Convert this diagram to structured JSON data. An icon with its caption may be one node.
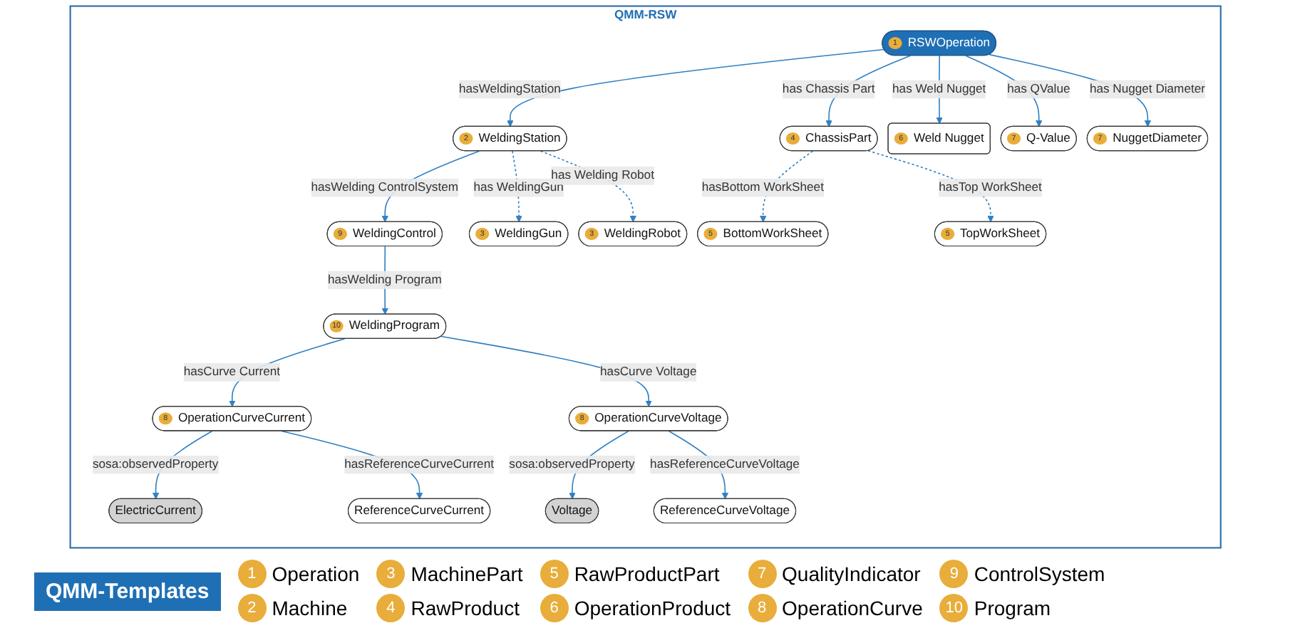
{
  "diagram": {
    "nodes": [
      {
        "text": [
          "QMM-RSW"
        ]
      },
      {
        "text": [
          "2",
          "WeldingStation"
        ],
        "in": 0
      },
      {
        "text": [
          "9",
          "WeldingControl"
        ],
        "in": 0
      },
      {
        "text": [
          "10",
          "WeldingProgram"
        ],
        "in": 0
      },
      {
        "text": [
          "3",
          "WeldingGun"
        ],
        "in": 0
      },
      {
        "text": [
          "1",
          "RSWOperation"
        ],
        "in": 0
      },
      {
        "text": [
          "3",
          "WeldingRobot"
        ],
        "in": 0
      },
      {
        "text": [
          "8",
          "OperationCurveCurrent"
        ],
        "in": 0
      },
      {
        "text": [
          "ElectricCurrent"
        ],
        "in": 0
      },
      {
        "text": [
          "ReferenceCurveCurrent"
        ],
        "in": 0
      },
      {
        "text": [
          "5",
          "BottomWorkSheet"
        ],
        "in": 0
      },
      {
        "text": [
          "4",
          "ChassisPart"
        ],
        "in": 0
      },
      {
        "text": [
          "8",
          "OperationCurveVoltage"
        ],
        "in": 0
      },
      {
        "text": [
          "Voltage"
        ],
        "in": 0
      },
      {
        "text": [
          "ReferenceCurveVoltage"
        ],
        "in": 0
      },
      {
        "text": [
          "5",
          "TopWorkSheet"
        ],
        "in": 0
      },
      {
        "text": [
          "6",
          "Weld Nugget"
        ],
        "in": 0
      },
      {
        "text": [
          "7",
          "Q-Value"
        ],
        "in": 0
      },
      {
        "text": [
          "7",
          "NuggetDiameter"
        ],
        "in": 0
      }
    ],
    "edges": [
      {
        "from": 1,
        "to": 2,
        "arrow": "to",
        "label": "hasWelding ControlSystem"
      },
      {
        "from": 2,
        "to": 3,
        "arrow": "to",
        "label": "hasWelding Program"
      },
      {
        "from": 5,
        "to": 1,
        "arrow": "to",
        "label": "hasWeldingStation"
      },
      {
        "from": 1,
        "to": 4,
        "arrow": "to",
        "label": "has WeldingGun",
        "style": "dashed"
      },
      {
        "from": 1,
        "to": 6,
        "arrow": "to",
        "label": "has Welding Robot",
        "style": "dashed"
      },
      {
        "from": 3,
        "to": 7,
        "arrow": "to",
        "label": "hasCurve Current"
      },
      {
        "from": 3,
        "to": 12,
        "arrow": "to",
        "label": "hasCurve Voltage"
      },
      {
        "from": 7,
        "to": 8,
        "arrow": "to",
        "label": "sosa:observedProperty"
      },
      {
        "from": 7,
        "to": 9,
        "arrow": "to",
        "label": "hasReferenceCurveCurrent"
      },
      {
        "from": 12,
        "to": 13,
        "arrow": "to",
        "label": "sosa:observedProperty"
      },
      {
        "from": 12,
        "to": 14,
        "arrow": "to",
        "label": "hasReferenceCurveVoltage"
      },
      {
        "from": 5,
        "to": 11,
        "arrow": "to",
        "label": "has Chassis Part"
      },
      {
        "from": 5,
        "to": 16,
        "arrow": "to",
        "label": "has Weld Nugget"
      },
      {
        "from": 5,
        "to": 17,
        "arrow": "to",
        "label": "has QValue"
      },
      {
        "from": 5,
        "to": 18,
        "arrow": "to",
        "label": "has Nugget Diameter"
      },
      {
        "from": 11,
        "to": 10,
        "arrow": "to",
        "label": "hasBottom WorkSheet",
        "style": "dashed"
      },
      {
        "from": 11,
        "to": 15,
        "arrow": "to",
        "label": "hasTop WorkSheet",
        "style": "dashed"
      }
    ],
    "labels": [
      "QMM-Templates",
      "1",
      "2",
      "3",
      "4",
      "5",
      "6",
      "7",
      "8",
      "9",
      "10"
    ],
    "legend": [
      {
        "text": "Operation",
        "color": "#e8ad3a"
      },
      {
        "text": "Machine",
        "color": "#e8ad3a"
      },
      {
        "text": "MachinePart",
        "color": "#e8ad3a"
      },
      {
        "text": "RawProduct",
        "color": "#e8ad3a"
      },
      {
        "text": "RawProductPart",
        "color": "#e8ad3a"
      },
      {
        "text": "OperationProduct",
        "color": "#e8ad3a"
      },
      {
        "text": "QualityIndicator",
        "color": "#e8ad3a"
      },
      {
        "text": "OperationCurve",
        "color": "#e8ad3a"
      },
      {
        "text": "ControlSystem",
        "color": "#e8ad3a"
      },
      {
        "text": "Program",
        "color": "#e8ad3a"
      }
    ]
  }
}
